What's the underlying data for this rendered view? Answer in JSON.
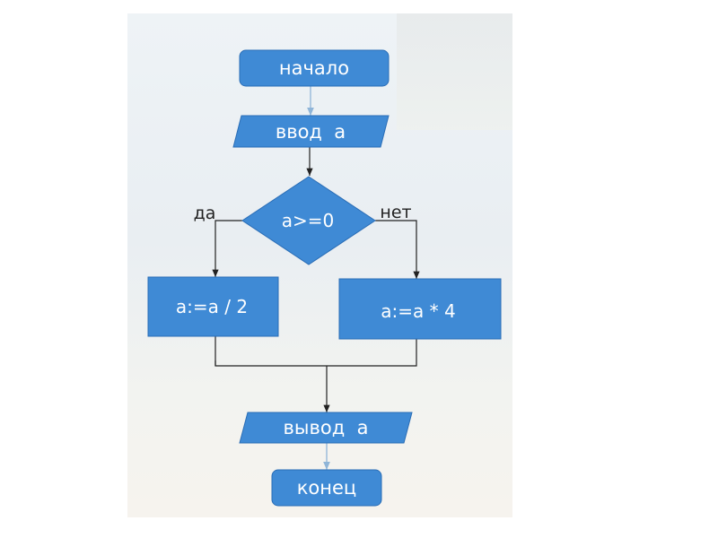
{
  "nodes": {
    "start": "начало",
    "input": "ввод  a",
    "condition": "a>=0",
    "yes_label": "да",
    "no_label": "нет",
    "yes_action": "a:=a / 2",
    "no_action": "a:=a * 4",
    "output": "вывод  a",
    "end": "конец"
  },
  "colors": {
    "shape_fill": "#3f8ad5",
    "shape_stroke": "#2a6db6",
    "arrow": "#222222",
    "arrow_light": "#8fb5d8"
  }
}
